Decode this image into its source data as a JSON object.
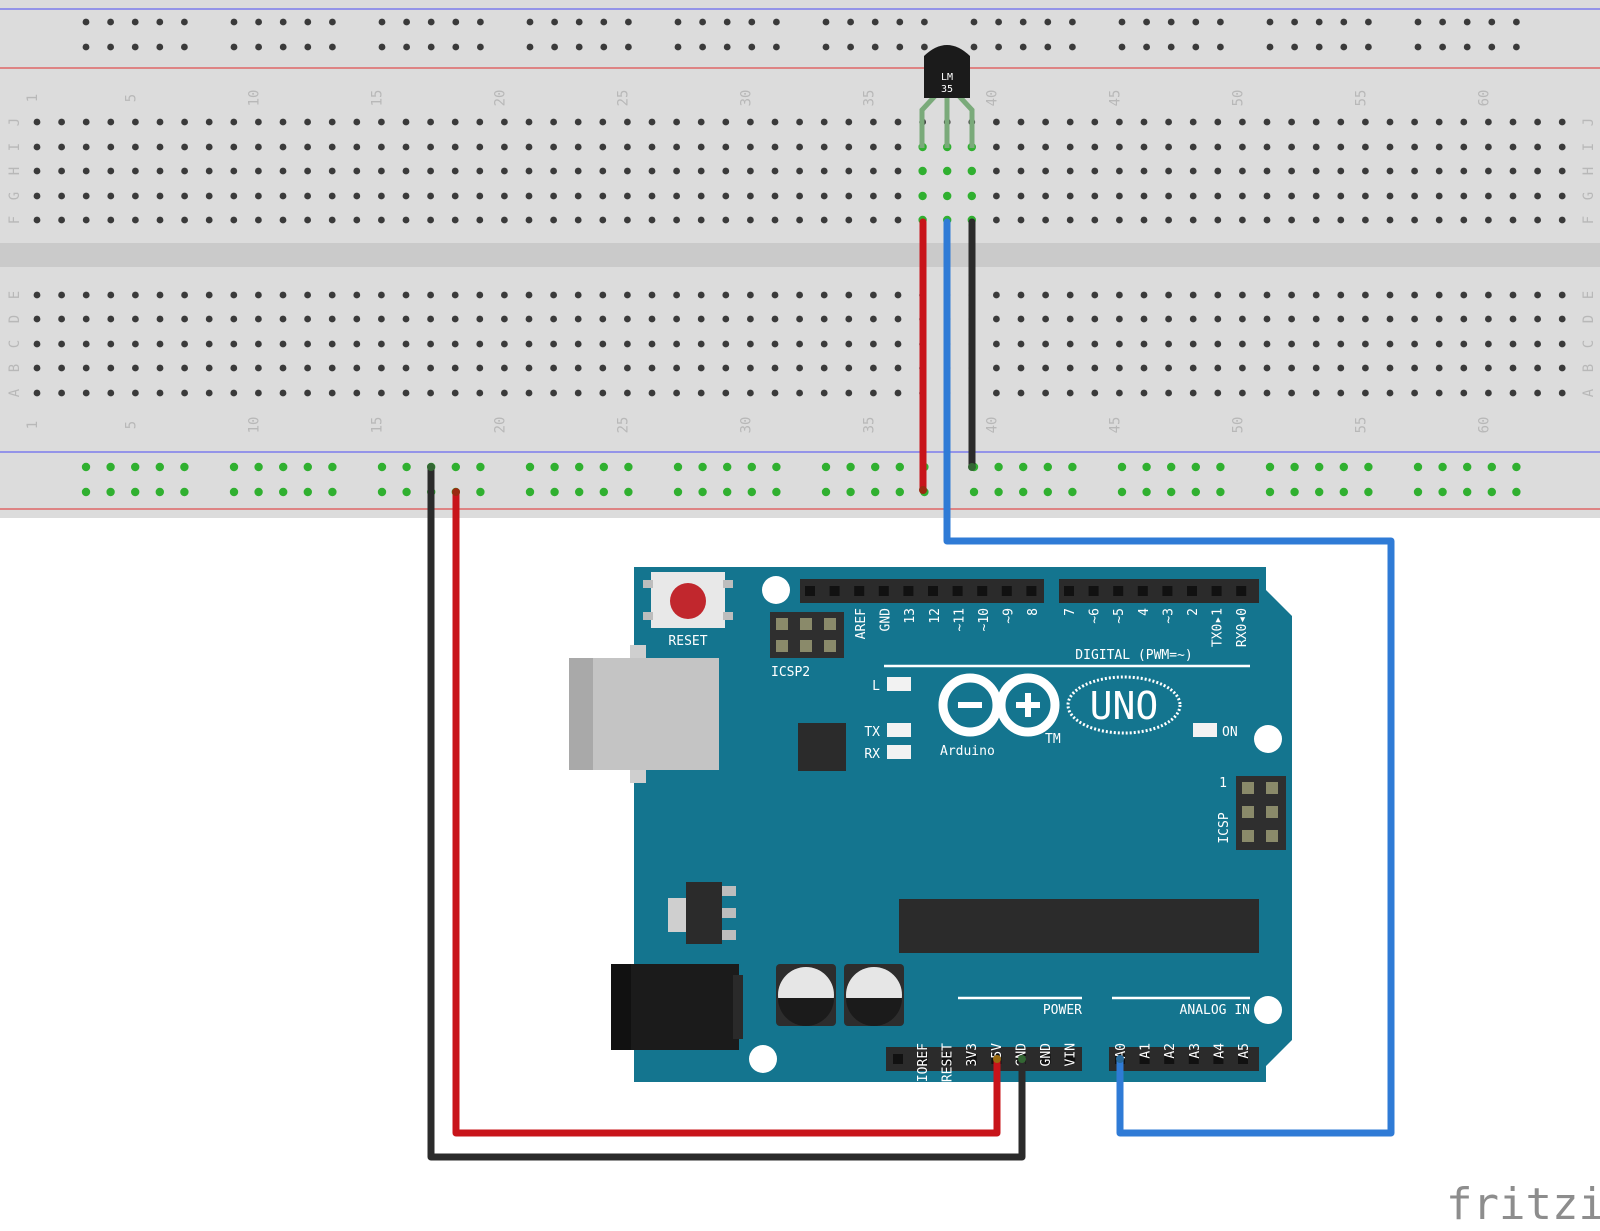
{
  "sensor": {
    "line1": "LM",
    "line2": "35"
  },
  "breadboard": {
    "row_letters_top": [
      "J",
      "I",
      "H",
      "G",
      "F"
    ],
    "row_letters_bottom": [
      "E",
      "D",
      "C",
      "B",
      "A"
    ],
    "column_numbers": [
      "1",
      "5",
      "10",
      "15",
      "20",
      "25",
      "30",
      "35",
      "40",
      "45",
      "50",
      "55",
      "60"
    ]
  },
  "arduino": {
    "reset_label": "RESET",
    "icsp2_label": "ICSP2",
    "icsp_label": "ICSP",
    "icsp_pin1": "1",
    "led_l": "L",
    "led_tx": "TX",
    "led_rx": "RX",
    "led_on": "ON",
    "brand": "Arduino",
    "tm": "TM",
    "model": "UNO",
    "digital_label": "DIGITAL (PWM=~)",
    "power_label": "POWER",
    "analog_label": "ANALOG IN",
    "digital_pins": [
      "AREF",
      "GND",
      "13",
      "12",
      "~11",
      "~10",
      "~9",
      "8",
      "7",
      "~6",
      "~5",
      "4",
      "~3",
      "2",
      "TX0▸1",
      "RX0◂0"
    ],
    "power_pins": [
      "IOREF",
      "RESET",
      "3V3",
      "5V",
      "GND",
      "GND",
      "VIN"
    ],
    "analog_pins": [
      "A0",
      "A1",
      "A2",
      "A3",
      "A4",
      "A5"
    ]
  },
  "watermark": "fritzing",
  "colors": {
    "wire_red": "#c8141a",
    "wire_black": "#2b2b2b",
    "wire_blue": "#2f7bd6",
    "board_teal": "#14758f",
    "breadboard": "#dcdcdc"
  }
}
